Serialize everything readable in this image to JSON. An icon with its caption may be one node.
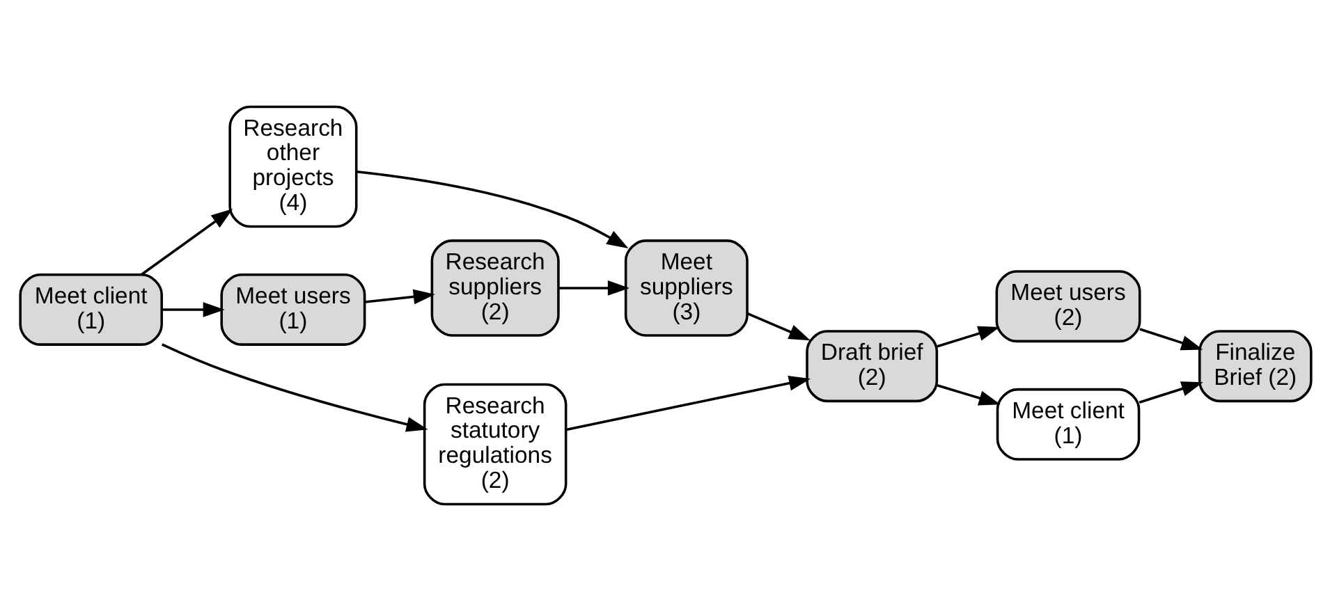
{
  "diagram": {
    "nodes": [
      {
        "text": [
          "Meet client (1)"
        ]
      },
      {
        "text": [
          "Meet users (1)"
        ]
      },
      {
        "text": [
          "Research suppliers (2)"
        ]
      },
      {
        "text": [
          "Meet suppliers (3)"
        ]
      },
      {
        "text": [
          "Draft brief (2)"
        ]
      },
      {
        "text": [
          "Meet users (2)"
        ]
      },
      {
        "text": [
          "Finalize Brief (2)"
        ]
      },
      {
        "text": [
          "Research statutory regulations (2)"
        ]
      },
      {
        "text": [
          "Research other projects (4)"
        ]
      },
      {
        "text": [
          "Meet client (1)"
        ]
      }
    ],
    "edges": [
      {
        "from": 0,
        "to": 1,
        "arrow": "to"
      },
      {
        "from": 1,
        "to": 2,
        "arrow": "to"
      },
      {
        "from": 2,
        "to": 3,
        "arrow": "to"
      },
      {
        "from": 3,
        "to": 4,
        "arrow": "to"
      },
      {
        "from": 4,
        "to": 5,
        "arrow": "to"
      },
      {
        "from": 5,
        "to": 6,
        "arrow": "to"
      },
      {
        "from": 0,
        "to": 7,
        "arrow": "to"
      },
      {
        "from": 7,
        "to": 4,
        "arrow": "to"
      },
      {
        "from": 0,
        "to": 8,
        "arrow": "to"
      },
      {
        "from": 8,
        "to": 3,
        "arrow": "to"
      },
      {
        "from": 4,
        "to": 9,
        "arrow": "to"
      },
      {
        "from": 9,
        "to": 6,
        "arrow": "to"
      }
    ]
  }
}
